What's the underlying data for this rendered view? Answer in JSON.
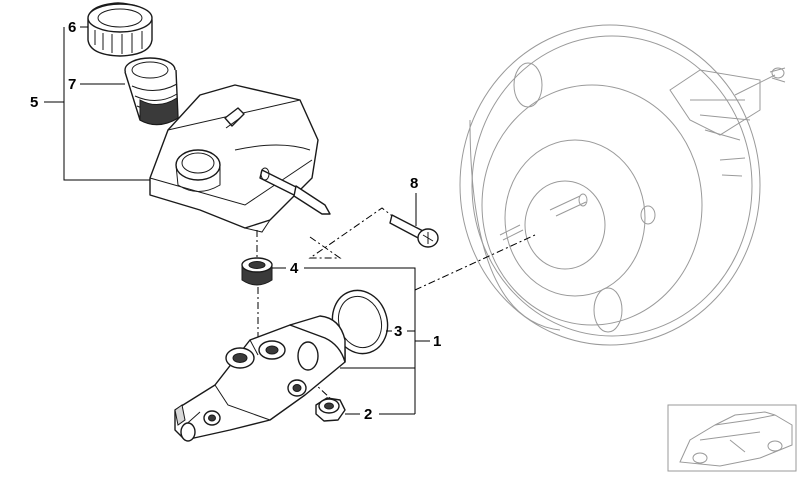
{
  "diagram": {
    "callouts": [
      {
        "id": "c6",
        "label": "6"
      },
      {
        "id": "c7",
        "label": "7"
      },
      {
        "id": "c5",
        "label": "5"
      },
      {
        "id": "c8",
        "label": "8"
      },
      {
        "id": "c4",
        "label": "4"
      },
      {
        "id": "c3",
        "label": "3"
      },
      {
        "id": "c1",
        "label": "1"
      },
      {
        "id": "c2",
        "label": "2"
      }
    ],
    "parts": [
      {
        "ref": "6",
        "icon": "reservoir-cap-icon"
      },
      {
        "ref": "7",
        "icon": "strainer-icon"
      },
      {
        "ref": "5",
        "icon": "fluid-reservoir-icon"
      },
      {
        "ref": "8",
        "icon": "screw-icon"
      },
      {
        "ref": "4",
        "icon": "grommet-icon"
      },
      {
        "ref": "3",
        "icon": "o-ring-icon"
      },
      {
        "ref": "1",
        "icon": "master-cylinder-icon"
      },
      {
        "ref": "2",
        "icon": "nut-icon"
      }
    ],
    "background": {
      "icon": "brake-booster-icon"
    },
    "thumbnail": {
      "icon": "car-silhouette-icon"
    },
    "colors": {
      "line": "#000000",
      "background": "#ffffff",
      "booster": "#9a9a9a"
    }
  }
}
